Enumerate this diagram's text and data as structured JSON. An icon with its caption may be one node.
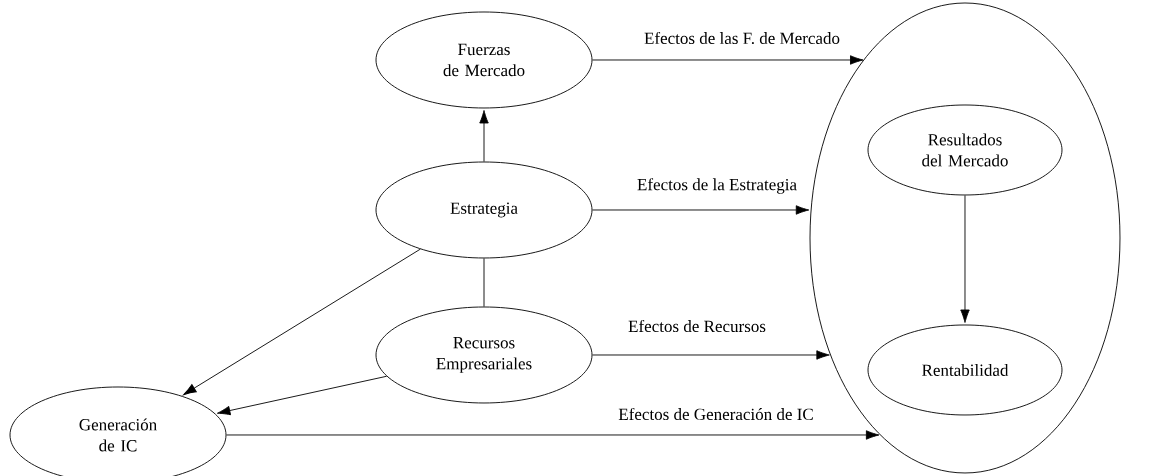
{
  "diagram": {
    "nodes": [
      {
        "text": [
          "Fuerzas de Mercado"
        ]
      },
      {
        "text": [],
        "shape": "ellipse"
      },
      {
        "text": [
          "Resultados del Mercado"
        ],
        "in": 1
      },
      {
        "text": [
          "Estrategia"
        ]
      },
      {
        "text": [
          "Recursos Empresariales"
        ]
      },
      {
        "text": [
          "Rentabilidad"
        ],
        "in": 1
      },
      {
        "text": [
          "Generación de IC"
        ]
      }
    ],
    "edges": [
      {
        "from": 0,
        "to": 1,
        "arrow": "to",
        "label": "Efectos de las F. de Mercado"
      },
      {
        "from": 3,
        "to": 0,
        "arrow": "to"
      },
      {
        "from": 3,
        "to": 1,
        "arrow": "to",
        "label": "Efectos de la Estrategia"
      },
      {
        "from": 2,
        "to": 5,
        "arrow": "to"
      },
      {
        "from": 3,
        "to": 4,
        "arrow": "none"
      },
      {
        "from": 3,
        "to": 6,
        "arrow": "to"
      },
      {
        "from": 4,
        "to": 1,
        "arrow": "to",
        "label": "Efectos de Recursos"
      },
      {
        "from": 4,
        "to": 6,
        "arrow": "to"
      },
      {
        "from": 6,
        "to": 1,
        "arrow": "to",
        "label": "Efectos de Generación de IC"
      }
    ]
  }
}
